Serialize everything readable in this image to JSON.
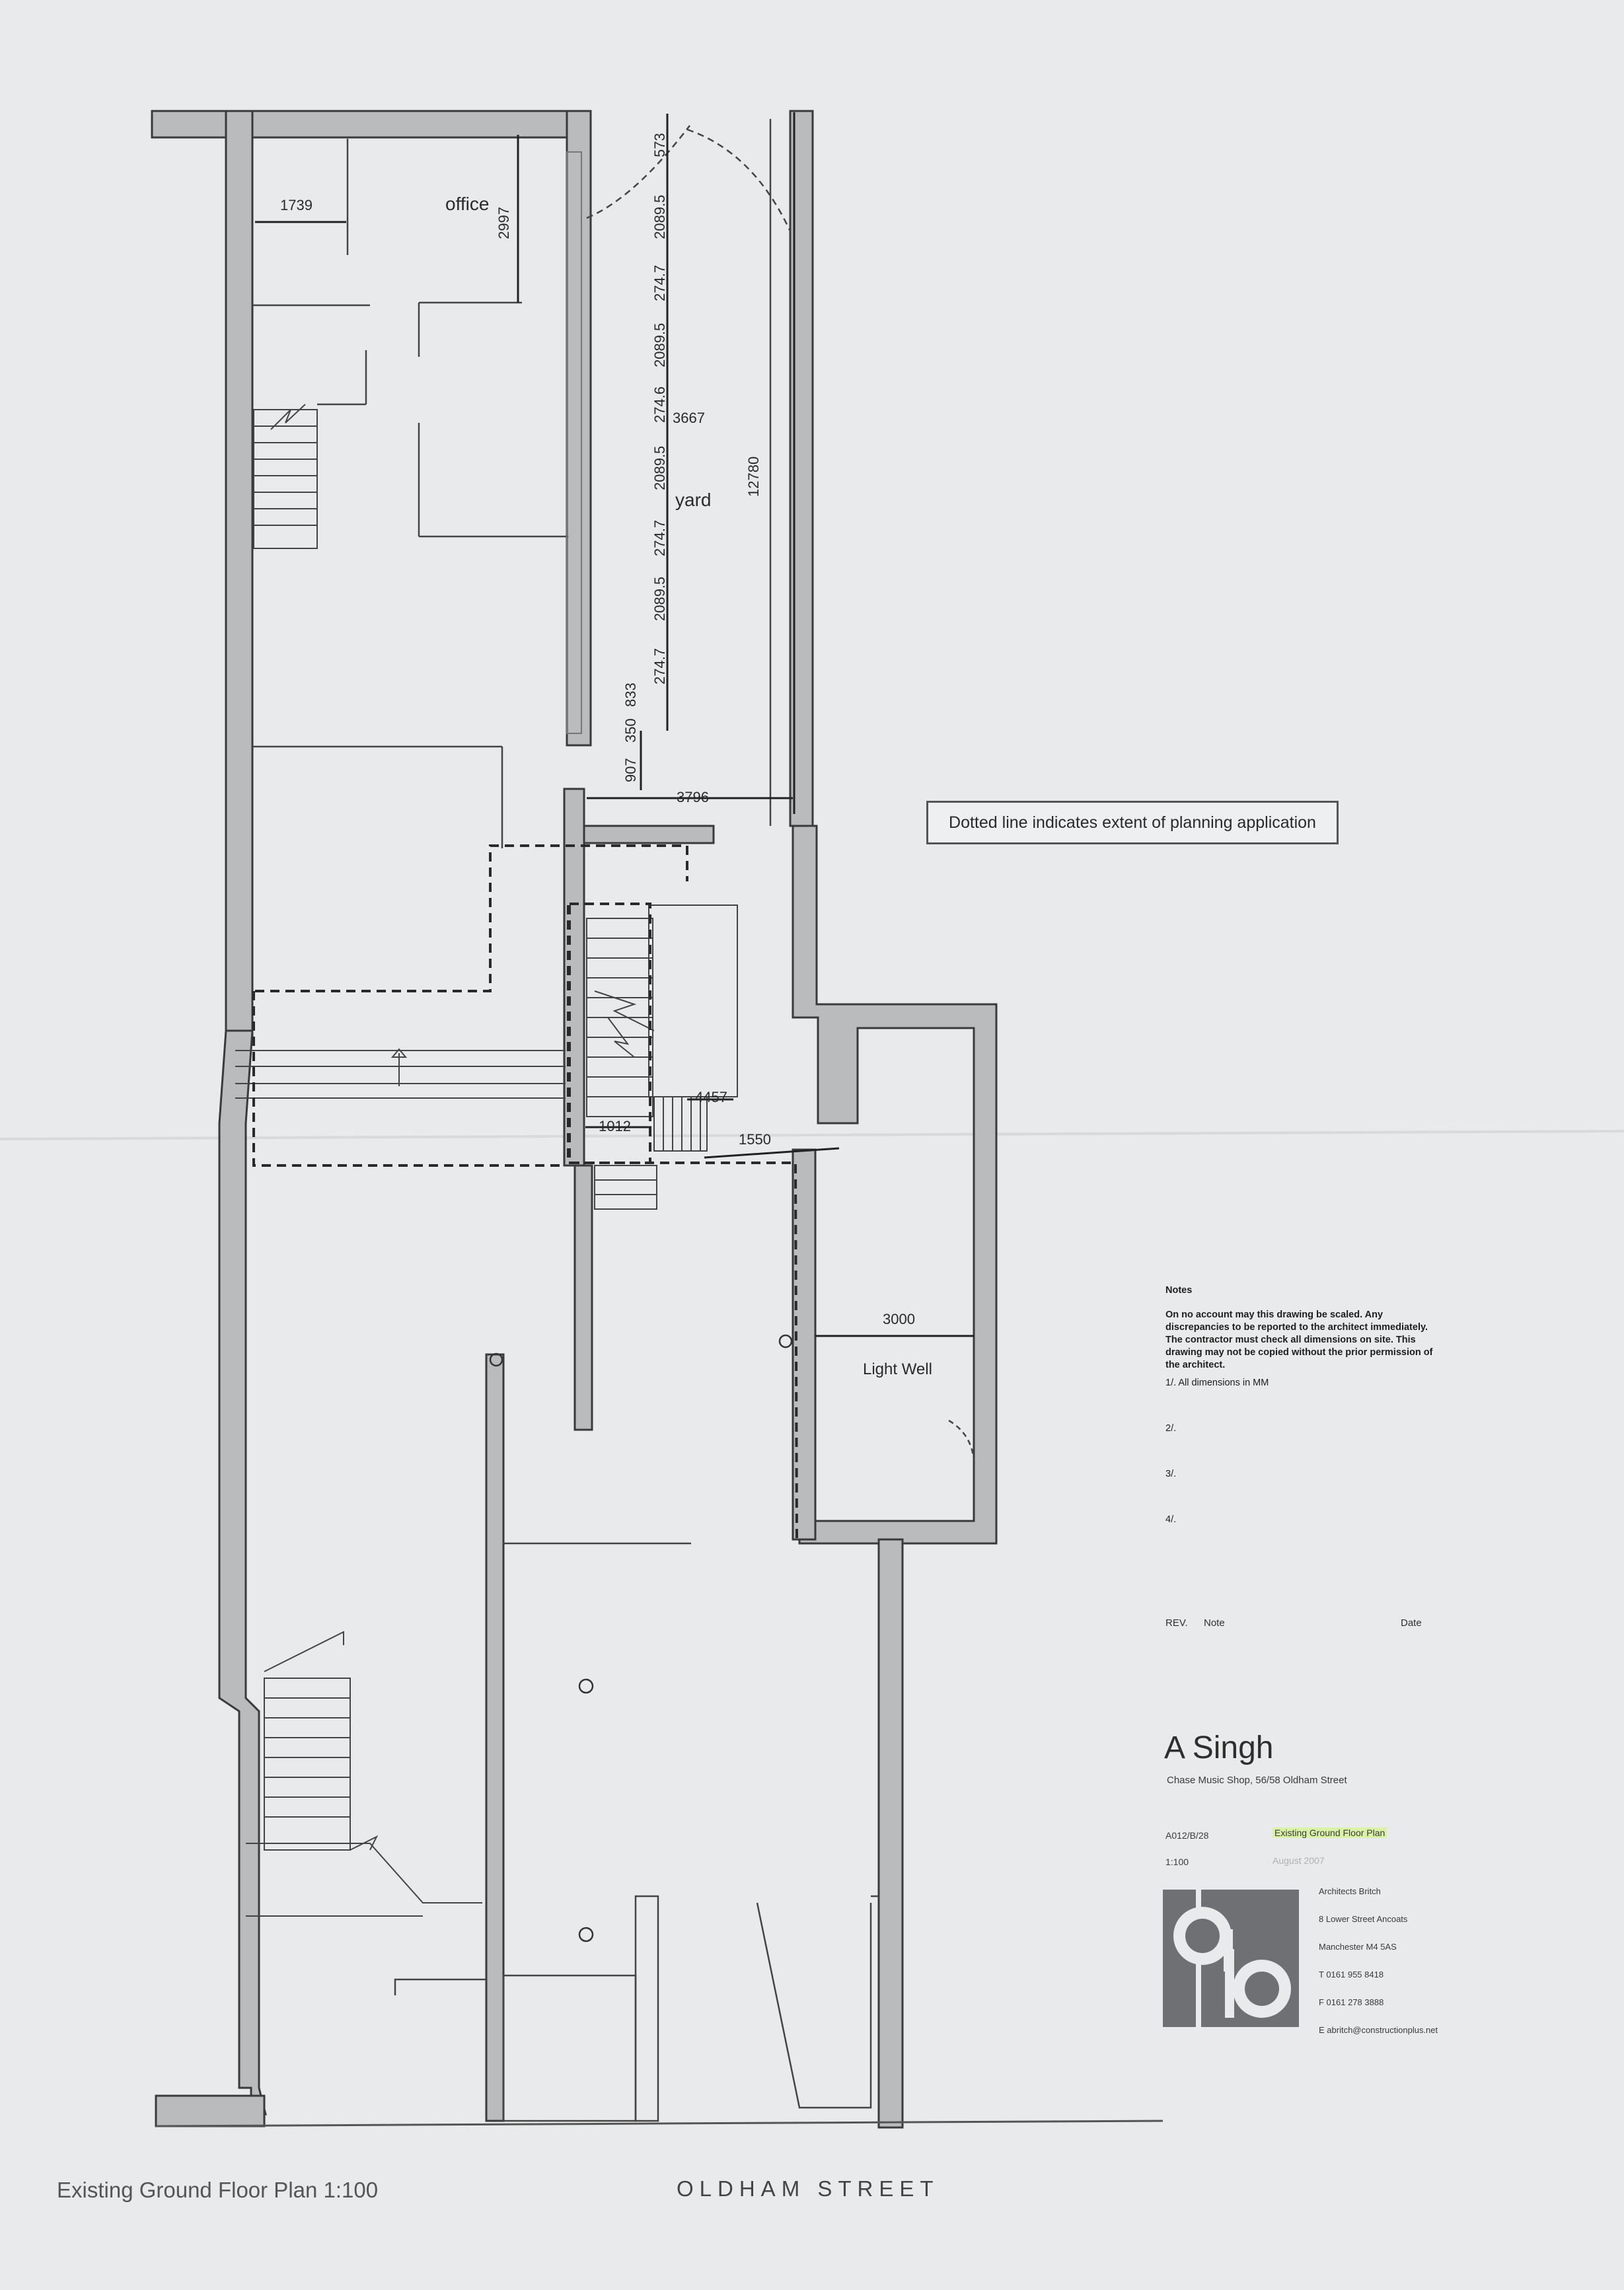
{
  "drawing": {
    "title": "Existing Ground Floor Plan   1:100",
    "street": "OLDHAM STREET",
    "callout": "Dotted line indicates extent of planning application"
  },
  "rooms": {
    "office": "office",
    "yard": "yard",
    "light_well": "Light Well"
  },
  "dimensions": {
    "d1739": "1739",
    "d2997": "2997",
    "d573": "573",
    "d2089a": "2089.5",
    "d274a": "274.7",
    "d2089b": "2089.5",
    "d274b": "274.6",
    "d3667": "3667",
    "d2089c": "2089.5",
    "d274c": "274.7",
    "d2089d": "2089.5",
    "d274d": "274.7",
    "d833": "833",
    "d350": "350",
    "d907": "907",
    "d12780": "12780",
    "d3796": "3796",
    "d4457": "4457",
    "d1012": "1012",
    "d1550": "1550",
    "d3000": "3000"
  },
  "notes": {
    "heading": "Notes",
    "body": "On no account may this drawing be scaled. Any discrepancies to be reported to the architect immediately. The contractor must check all dimensions on site. This drawing may not be copied without the prior permission of the architect.",
    "item1": "1/.  All dimensions in MM",
    "item2": "2/.",
    "item3": "3/.",
    "item4": "4/."
  },
  "revisions": {
    "rev": "REV.",
    "note": "Note",
    "date": "Date"
  },
  "title_block": {
    "client": "A Singh",
    "project": "Chase Music Shop, 56/58 Oldham Street",
    "drawing_no": "A012/B/28",
    "drawing_name": "Existing Ground Floor Plan",
    "scale": "1:100",
    "date": "August 2007",
    "office_lines": [
      "Architects Britch",
      "8 Lower Street Ancoats",
      "Manchester M4 5AS",
      "T 0161 955 8418",
      "F 0161 278 3888",
      "E abritch@constructionplus.net"
    ],
    "logo_letters": "ab"
  }
}
